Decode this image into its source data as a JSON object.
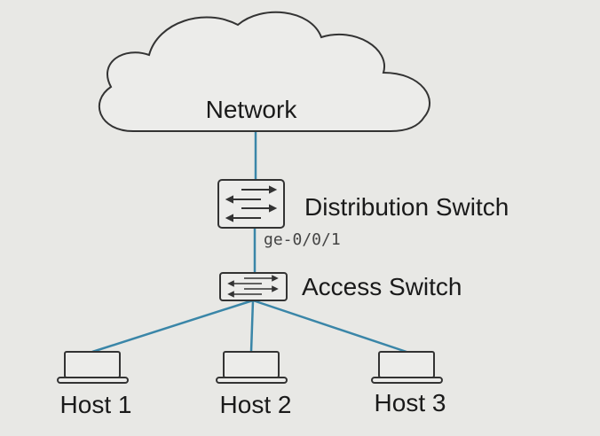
{
  "nodes": {
    "network": {
      "label": "Network",
      "icon": "cloud-icon"
    },
    "distribution_switch": {
      "label": "Distribution Switch",
      "icon": "switch-icon"
    },
    "access_switch": {
      "label": "Access Switch",
      "icon": "switch-icon"
    },
    "hosts": [
      {
        "label": "Host 1",
        "icon": "laptop-icon"
      },
      {
        "label": "Host 2",
        "icon": "laptop-icon"
      },
      {
        "label": "Host 3",
        "icon": "laptop-icon"
      }
    ]
  },
  "links": {
    "distribution_to_access_port": "ge-0/0/1"
  },
  "colors": {
    "link": "#3a86a8",
    "outline": "#333333",
    "background": "#e8e8e5"
  }
}
